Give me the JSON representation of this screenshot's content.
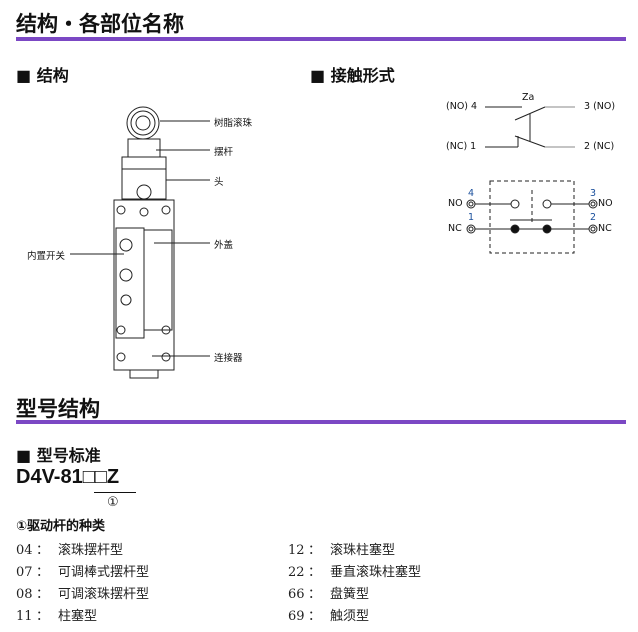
{
  "section1": {
    "title": "结构・各部位名称"
  },
  "structure": {
    "heading": "■ 结构",
    "labels": {
      "roller": "树脂滚珠",
      "lever": "摆杆",
      "head": "头",
      "cover": "外盖",
      "switch": "内置开关",
      "connector": "连接器"
    }
  },
  "contact": {
    "heading": "■ 接触形式",
    "za": "Za",
    "no4": "(NO) 4",
    "nc1": "(NC) 1",
    "no3": "3 (NO)",
    "nc2": "2 (NC)",
    "t4": "4",
    "t1": "1",
    "t3": "3",
    "t2": "2",
    "NO": "NO",
    "NC": "NC"
  },
  "section2": {
    "title": "型号结构"
  },
  "model": {
    "heading": "■ 型号标准",
    "code": "D4V-81□□Z",
    "marker": "①",
    "subheading": "①驱动杆的种类",
    "left": [
      {
        "code": "04",
        "sep": "：",
        "name": "滚珠摆杆型"
      },
      {
        "code": "07",
        "sep": "：",
        "name": "可调棒式摆杆型"
      },
      {
        "code": "08",
        "sep": "：",
        "name": "可调滚珠摆杆型"
      },
      {
        "code": "11",
        "sep": "：",
        "name": "柱塞型"
      }
    ],
    "right": [
      {
        "code": "12",
        "sep": "：",
        "name": "滚珠柱塞型"
      },
      {
        "code": "22",
        "sep": "：",
        "name": "垂直滚珠柱塞型"
      },
      {
        "code": "66",
        "sep": "：",
        "name": "盘簧型"
      },
      {
        "code": "69",
        "sep": "：",
        "name": "触须型"
      }
    ]
  },
  "colors": {
    "accent": "#7b48c4"
  }
}
